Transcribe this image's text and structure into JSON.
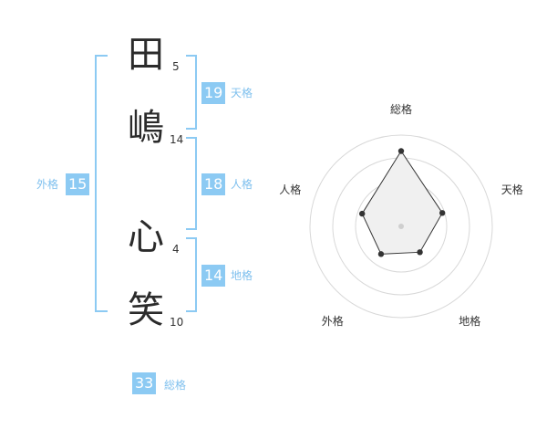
{
  "name": {
    "chars": [
      {
        "char": "田",
        "strokes": "5"
      },
      {
        "char": "嶋",
        "strokes": "14"
      },
      {
        "char": "心",
        "strokes": "4"
      },
      {
        "char": "笑",
        "strokes": "10"
      }
    ]
  },
  "scores": {
    "tenkaku": {
      "label": "天格",
      "value": "19"
    },
    "jinkaku": {
      "label": "人格",
      "value": "18"
    },
    "chikaku": {
      "label": "地格",
      "value": "14"
    },
    "gaikaku": {
      "label": "外格",
      "value": "15"
    },
    "soukaku": {
      "label": "総格",
      "value": "33"
    }
  },
  "chart_data": {
    "type": "radar",
    "axes": [
      "総格",
      "天格",
      "地格",
      "外格",
      "人格"
    ],
    "values": [
      33,
      19,
      14,
      15,
      18
    ],
    "rmax": 40,
    "rings": 4,
    "fill_color": "#f0f0f0",
    "line_color": "#333333",
    "ring_color": "#d8d8d8"
  }
}
